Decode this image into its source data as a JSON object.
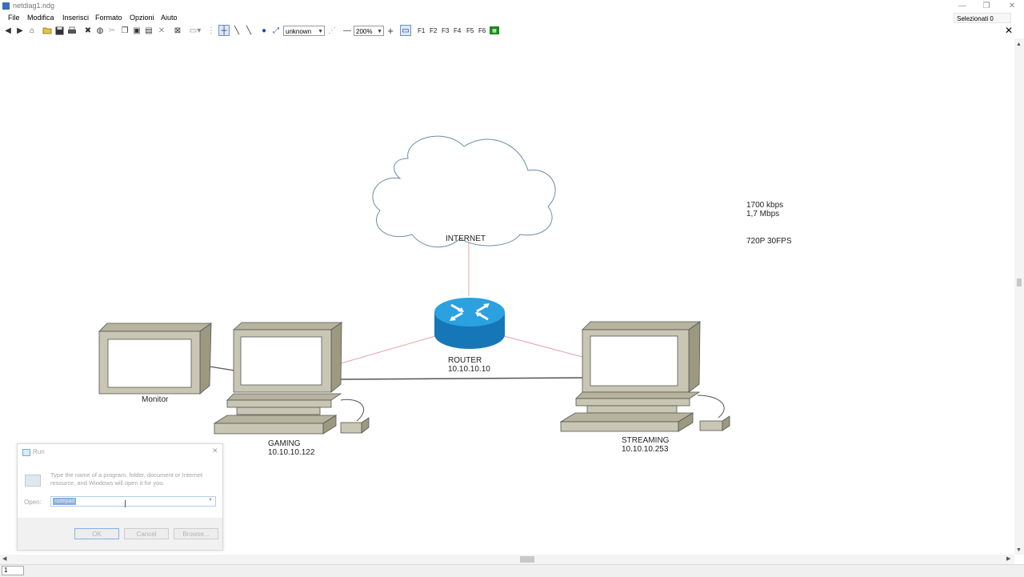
{
  "window": {
    "title": "netdiag1.ndg",
    "minimize": "—",
    "restore": "❐",
    "close": "✕"
  },
  "menu": [
    "File",
    "Modifica",
    "Inserisci",
    "Formato",
    "Opzioni",
    "Aiuto"
  ],
  "selection_status": "Selezionati 0",
  "toolbar": {
    "line_type": "unknown",
    "zoom": "200%",
    "function_keys": [
      "F1",
      "F2",
      "F3",
      "F4",
      "F5",
      "F6"
    ],
    "close_doc": "✕"
  },
  "diagram": {
    "internet_label": "INTERNET",
    "router_label": "ROUTER",
    "router_ip": "10.10.10.10",
    "monitor_label": "Monitor",
    "gaming_label": "GAMING",
    "gaming_ip": "10.10.10.122",
    "streaming_label": "STREAMING",
    "streaming_ip": "10.10.10.253",
    "notes": [
      "1700 kbps",
      "1,7 Mbps",
      "720P 30FPS"
    ],
    "colors": {
      "wan_link": "#e8a0a8",
      "lan_link": "#555555",
      "router": "#1d8fce",
      "computer": "#c9c6b3"
    }
  },
  "status": {
    "page": "1"
  },
  "run_dialog": {
    "title": "Run",
    "description": "Type the name of a program, folder, document or Internet resource, and Windows will open it for you.",
    "open_label": "Open:",
    "open_value": "notepad",
    "ok": "OK",
    "cancel": "Cancel",
    "browse": "Browse..."
  }
}
